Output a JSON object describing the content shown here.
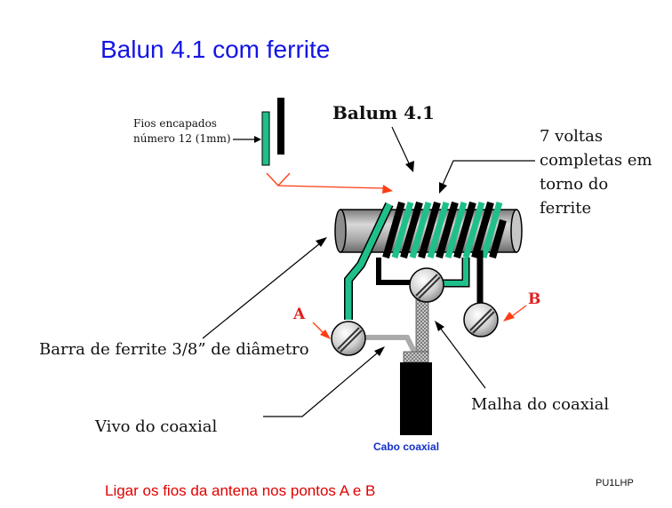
{
  "title": "Balun 4.1 com ferrite",
  "labels": {
    "wires_line1": "Fios encapados",
    "wires_line2": "número 12 (1mm)",
    "balun": "Balum 4.1",
    "turns_line1": "7 voltas",
    "turns_line2": "completas em",
    "turns_line3": "torno do",
    "turns_line4": "ferrite",
    "point_a": "A",
    "point_b": "B",
    "ferrite_bar": "Barra de ferrite 3/8” de diâmetro",
    "coax_shield": "Malha do coaxial",
    "coax_center": "Vivo do coaxial",
    "coax_cable": "Cabo coaxial",
    "credit": "PU1LHP",
    "instruction": "Ligar os fios da antena nos pontos A e B"
  },
  "colors": {
    "title": "#1414e6",
    "instruction": "#e00000",
    "point_labels": "#e02020",
    "red_arrows": "#ff3c14",
    "green_wire": "#1fbf8c",
    "black_wire": "#000000",
    "ferrite": "#a8a8a8",
    "coax_label": "#1430c8"
  },
  "icons": [
    "terminal-screw-icon",
    "coax-cable-icon"
  ]
}
